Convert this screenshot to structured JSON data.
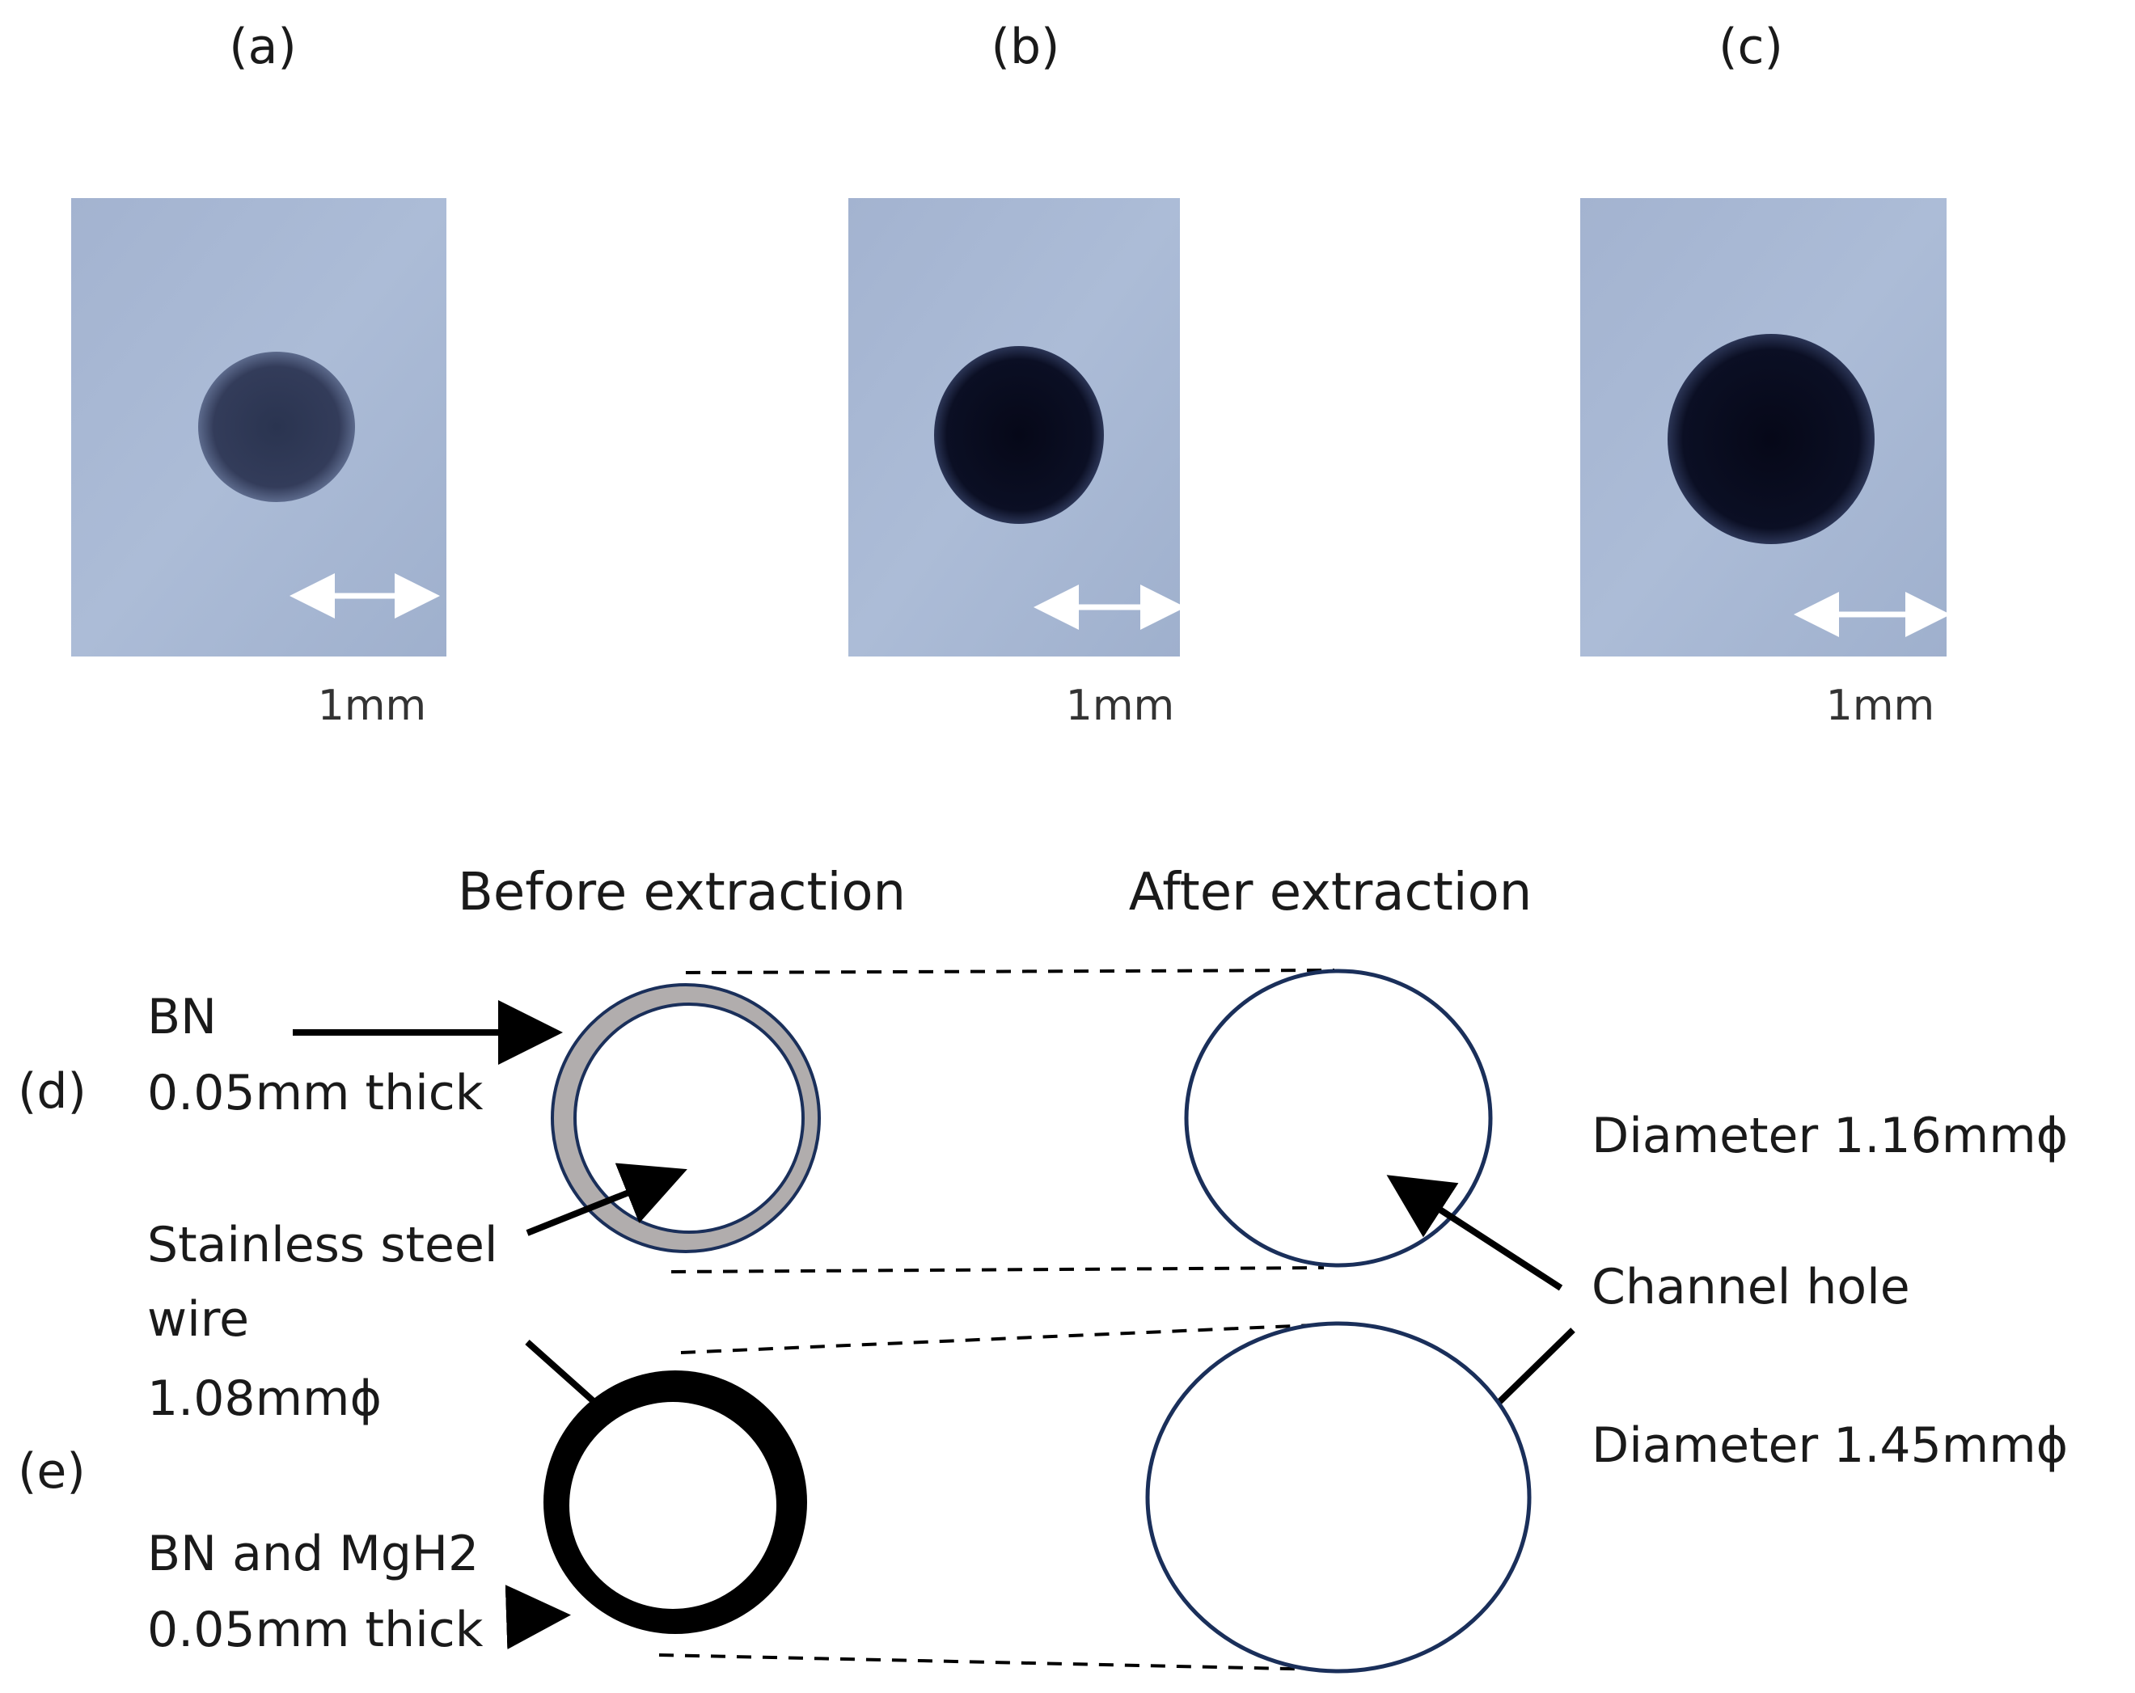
{
  "photos": [
    {
      "panel": "(a)",
      "scale_label": "1mm"
    },
    {
      "panel": "(b)",
      "scale_label": "1mm"
    },
    {
      "panel": "(c)",
      "scale_label": "1mm"
    }
  ],
  "schematic": {
    "before_heading": "Before extraction",
    "after_heading": "After extraction",
    "row_d_label": "(d)",
    "row_e_label": "(e)",
    "bn_label": "BN",
    "bn_thickness": "0.05mm thick",
    "wire_label_line1": "Stainless steel",
    "wire_label_line2": "wire",
    "wire_label_line3": "1.08mmϕ",
    "bn_mgh2_label": "BN and MgH2",
    "bn_mgh2_thickness": "0.05mm thick",
    "diameter_d": "Diameter  1.16mmϕ",
    "diameter_e": "Diameter  1.45mmϕ",
    "channel_hole_label": "Channel hole"
  },
  "colors": {
    "photo_bg": "#a7b7d3",
    "hole_dark": "#0b0f24",
    "bn_ring": "#b1adad",
    "bn_mgh2_ring": "#000000",
    "outline": "#1a2f5a"
  }
}
